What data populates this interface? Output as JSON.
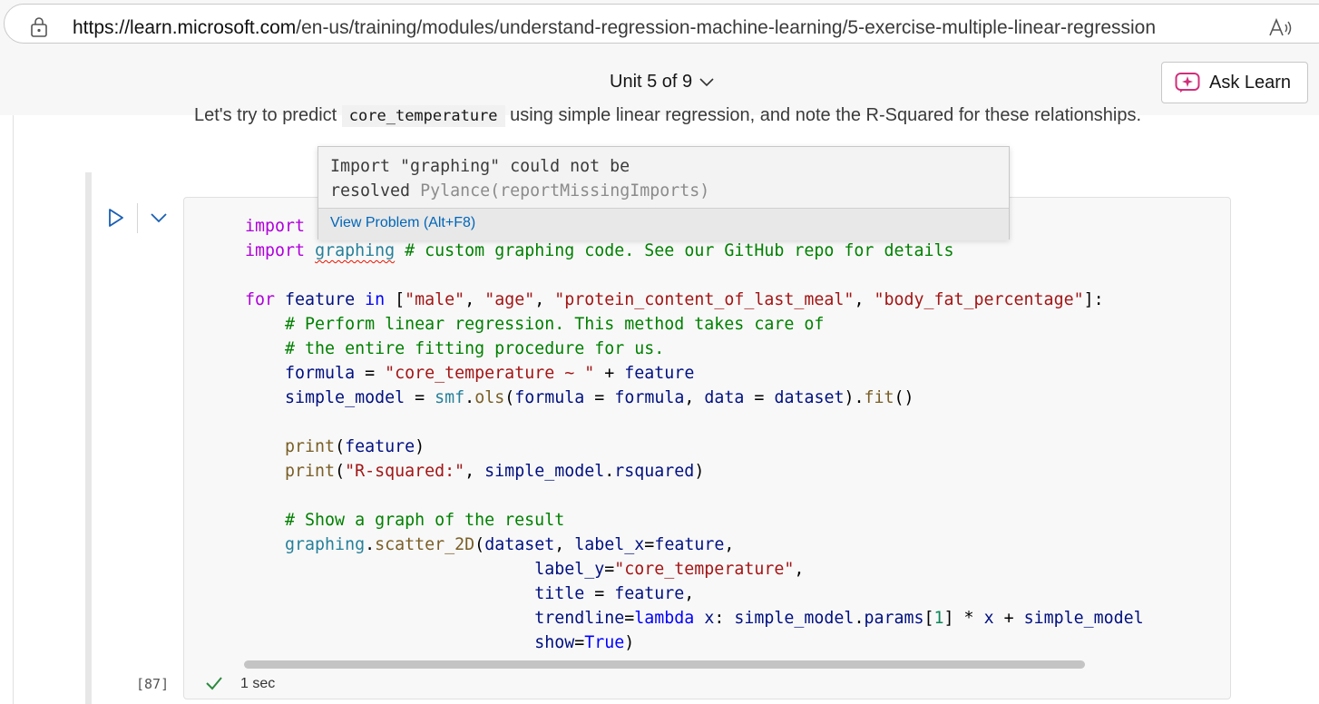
{
  "browser": {
    "url_host": "https://learn.microsoft.com",
    "url_path": "/en-us/training/modules/understand-regression-machine-learning/5-exercise-multiple-linear-regression"
  },
  "header": {
    "unit_label": "Unit 5 of 9",
    "ask_learn_label": "Ask Learn"
  },
  "content": {
    "intro_prefix": "Let's try to predict",
    "intro_code": "core_temperature",
    "intro_suffix": "using simple linear regression, and note the R-Squared for these relationships."
  },
  "hover": {
    "message_line1": "Import \"graphing\" could not be",
    "message_line2": "resolved",
    "source": "Pylance(reportMissingImports)",
    "action_label": "View Problem (Alt+F8)"
  },
  "cell": {
    "execution_count": "[87]",
    "status_time": "1 sec",
    "code_lines": [
      "import",
      "import graphing # custom graphing code. See our GitHub repo for details",
      "",
      "for feature in [\"male\", \"age\", \"protein_content_of_last_meal\", \"body_fat_percentage\"]:",
      "    # Perform linear regression. This method takes care of",
      "    # the entire fitting procedure for us.",
      "    formula = \"core_temperature ~ \" + feature",
      "    simple_model = smf.ols(formula = formula, data = dataset).fit()",
      "",
      "    print(feature)",
      "    print(\"R-squared:\", simple_model.rsquared)",
      "",
      "    # Show a graph of the result",
      "    graphing.scatter_2D(dataset, label_x=feature,",
      "                                 label_y=\"core_temperature\",",
      "                                 title = feature,",
      "                                 trendline=lambda x: simple_model.params[1] * x + simple_model",
      "                                 show=True)"
    ]
  }
}
